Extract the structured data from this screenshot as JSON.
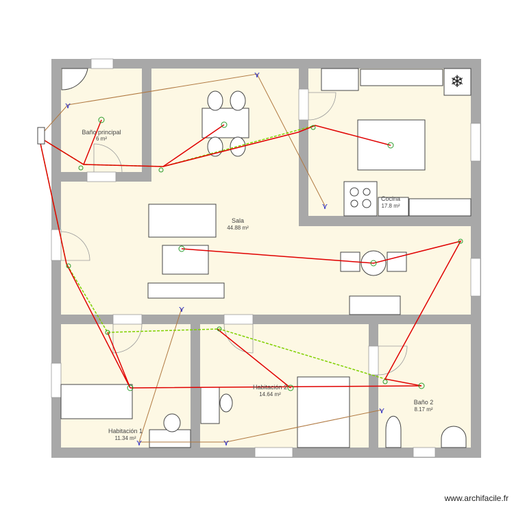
{
  "plan": {
    "colors": {
      "wall": "#a8a8a8",
      "floor": "#fdf8e4",
      "power": "#e00000",
      "earth": "#7fd000",
      "lighting": "#b07840",
      "device": "#2020c0",
      "light_point": "#2a9a2a"
    },
    "rooms": [
      {
        "name": "Baño principal",
        "area": "6 m²"
      },
      {
        "name": "Sala",
        "area": "44.88 m²"
      },
      {
        "name": "Cocina",
        "area": "17.8 m²"
      },
      {
        "name": "Habitación 1",
        "area": "11.34 m²"
      },
      {
        "name": "Habitación 2",
        "area": "14.64 m²"
      },
      {
        "name": "Baño 2",
        "area": "8.17 m²"
      }
    ]
  },
  "watermark": "www.archifacile.fr"
}
